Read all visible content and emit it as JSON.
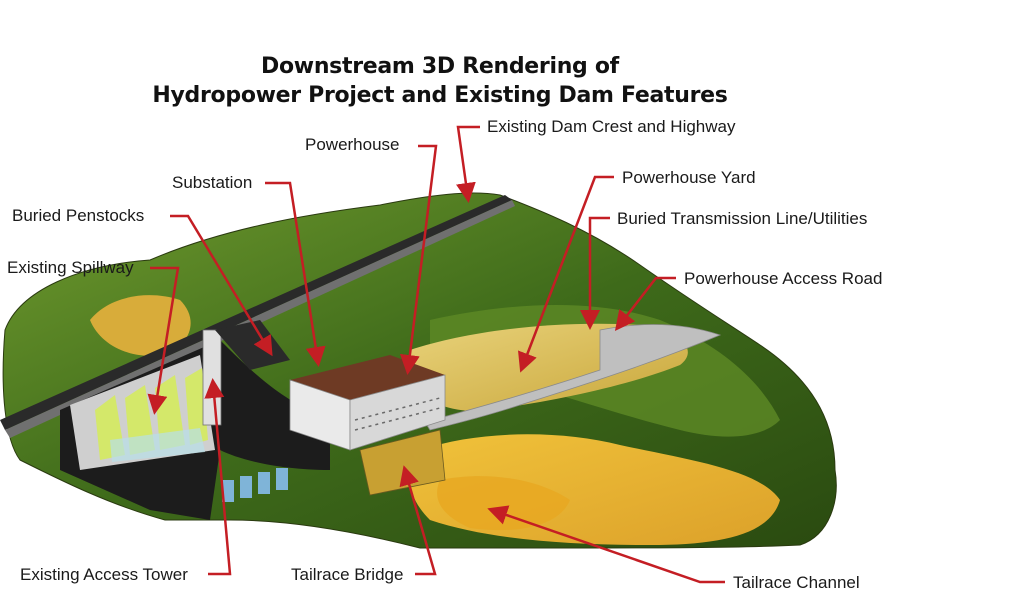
{
  "title": {
    "line1": "Downstream 3D Rendering of",
    "line2": "Hydropower Project and Existing Dam Features"
  },
  "labels": {
    "existing_dam_crest": "Existing Dam Crest and Highway",
    "powerhouse": "Powerhouse",
    "powerhouse_yard": "Powerhouse Yard",
    "substation": "Substation",
    "buried_transmission": "Buried Transmission Line/Utilities",
    "buried_penstocks": "Buried Penstocks",
    "powerhouse_access_road": "Powerhouse Access Road",
    "existing_spillway": "Existing Spillway",
    "existing_access_tower": "Existing Access Tower",
    "tailrace_bridge": "Tailrace Bridge",
    "tailrace_channel": "Tailrace Channel"
  },
  "colors": {
    "leader_arrow": "#c41e24",
    "terrain_green": "#3f6e1c",
    "fill_yellow": "#e2c454",
    "concrete_gray": "#d8d8d8",
    "roof_brown": "#6e3a24"
  }
}
